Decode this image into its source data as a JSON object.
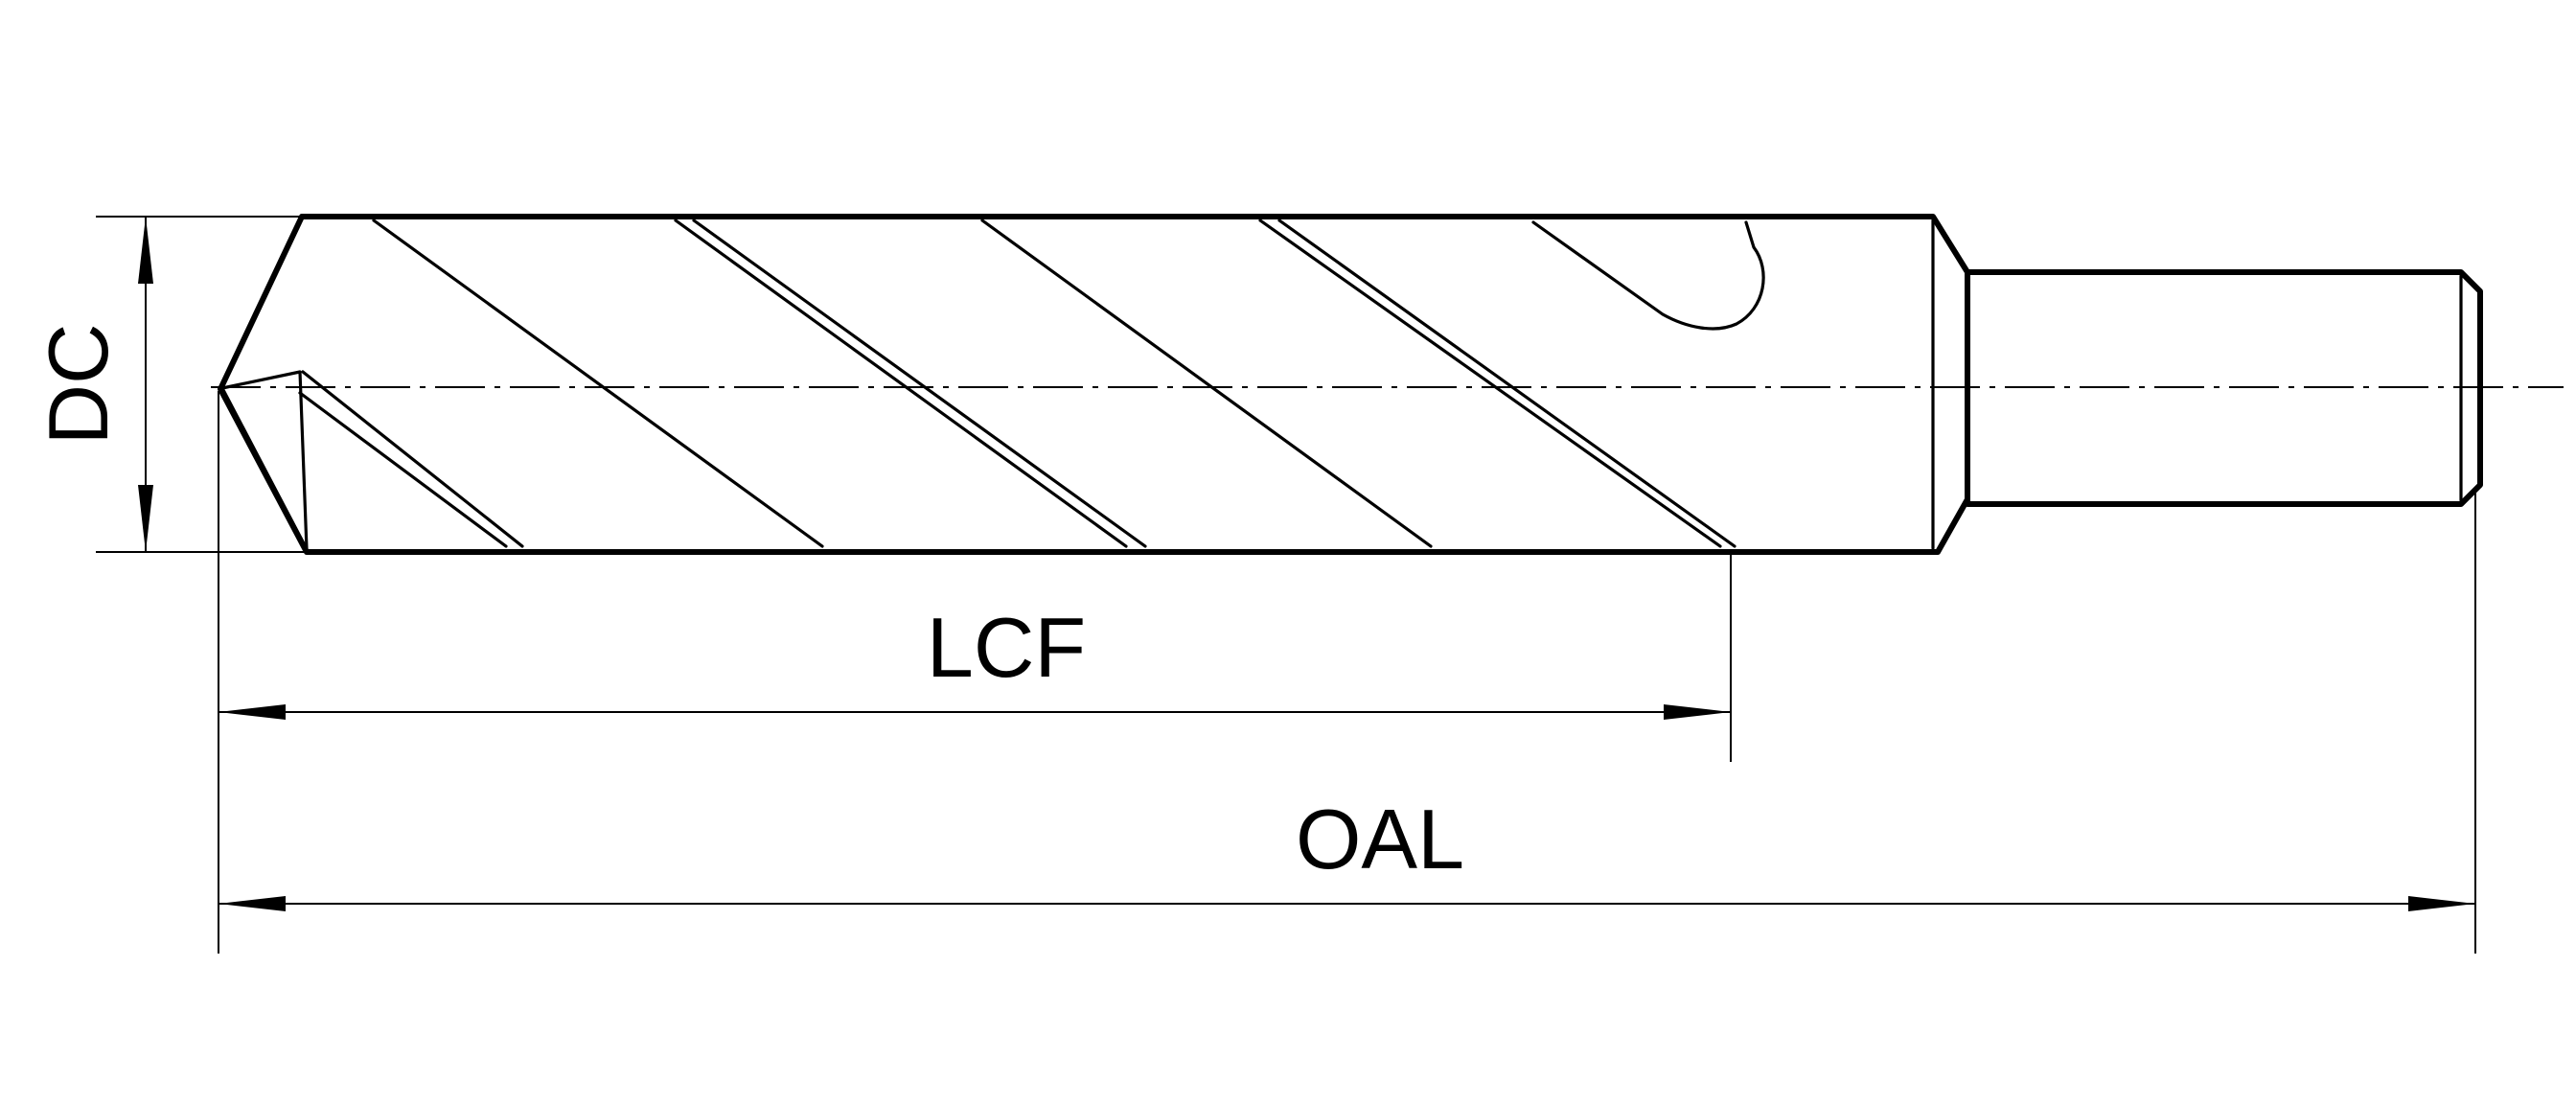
{
  "diagram": {
    "labels": {
      "dc": "DC",
      "lcf": "LCF",
      "oal": "OAL"
    },
    "colors": {
      "line": "#000000",
      "background": "#ffffff"
    }
  }
}
